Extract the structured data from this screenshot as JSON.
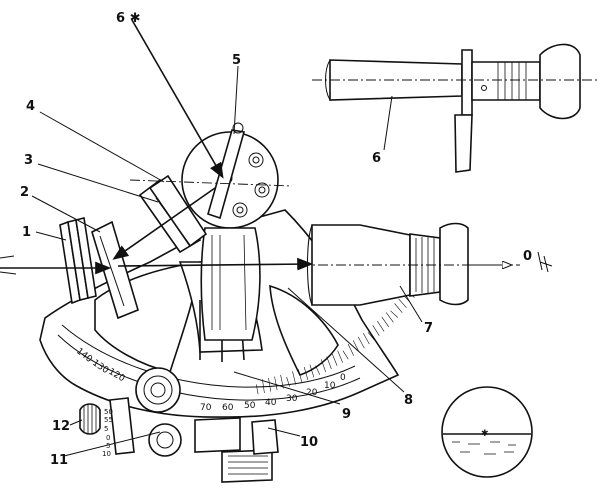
{
  "callouts": [
    "1",
    "2",
    "3",
    "4",
    "5",
    "6",
    "7",
    "8",
    "9",
    "10",
    "11",
    "12"
  ],
  "star_label": "6 ✱",
  "horizon_label": "0",
  "arc_scale": [
    "140",
    "130",
    "120",
    "70",
    "60",
    "50",
    "40",
    "30",
    "20",
    "10",
    "0"
  ],
  "vernier_scale": [
    "50",
    "55",
    "5",
    "0",
    "5",
    "10"
  ]
}
